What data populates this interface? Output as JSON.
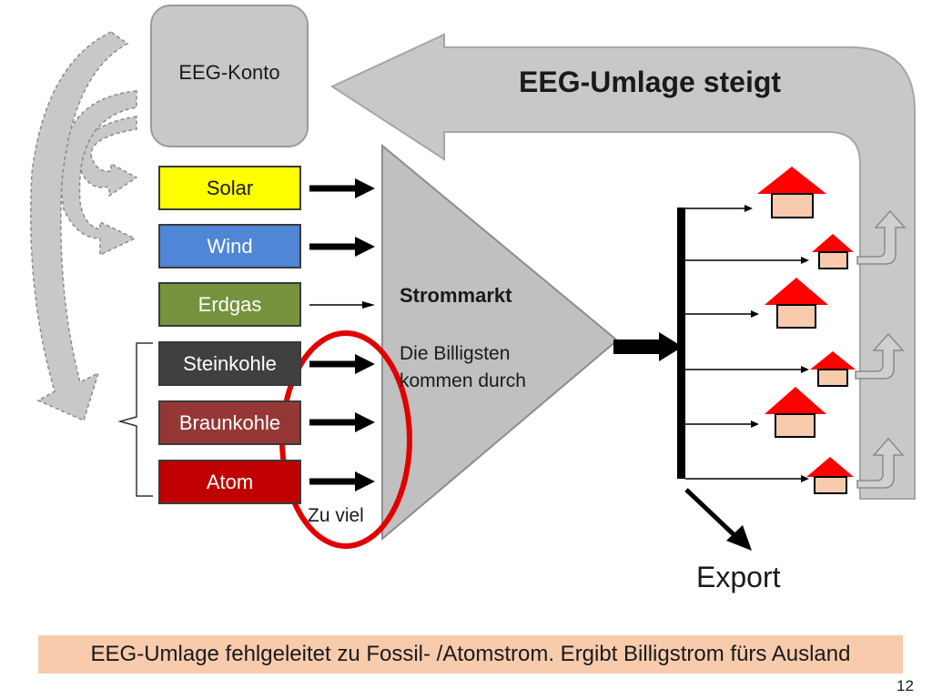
{
  "konto": {
    "label": "EEG-Konto"
  },
  "umlage": {
    "title": "EEG-Umlage steigt"
  },
  "sources": [
    {
      "label": "Solar",
      "color": "#ffff00"
    },
    {
      "label": "Wind",
      "color": "#4f86d6"
    },
    {
      "label": "Erdgas",
      "color": "#76923c"
    },
    {
      "label": "Steinkohle",
      "color": "#404040"
    },
    {
      "label": "Braunkohle",
      "color": "#953735"
    },
    {
      "label": "Atom",
      "color": "#c00000"
    }
  ],
  "market": {
    "title": "Strommarkt",
    "subtitle": "Die Billigsten\nkommen durch"
  },
  "surplus": {
    "label": "Zu viel"
  },
  "export": {
    "label": "Export"
  },
  "footer": {
    "text": "EEG-Umlage fehlgeleitet zu Fossil- /Atomstrom. Ergibt Billigstrom fürs Ausland"
  },
  "page": {
    "number": "12"
  },
  "colors": {
    "roof": "#ff0000",
    "house": "#f8cbad",
    "grey_arrow": "#c8c8c8",
    "circle": "#e00000"
  }
}
